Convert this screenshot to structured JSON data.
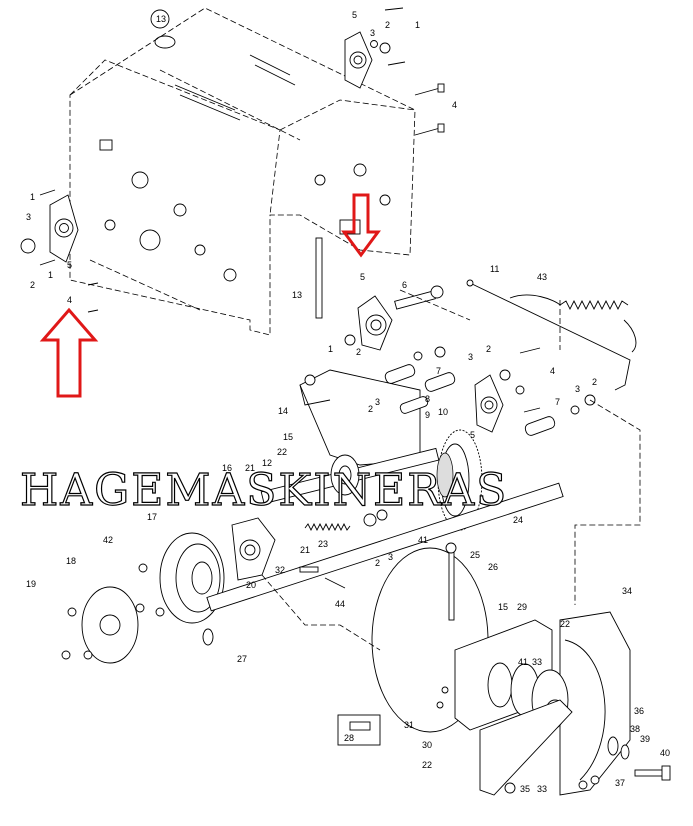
{
  "watermark": "HAGEMASKINERAS",
  "colors": {
    "line": "#000000",
    "arrow": "#e01818",
    "background": "#ffffff"
  },
  "labels": {
    "l13a": "13",
    "l5a": "5",
    "l1a": "1",
    "l2a": "2",
    "l3a": "3",
    "l4a": "4",
    "l1b": "1",
    "l3b": "3",
    "l2b": "2",
    "l5b": "5",
    "l4b": "4",
    "l1c": "1",
    "l5c": "5",
    "l6": "6",
    "l13b": "13",
    "l1d": "1",
    "l2c": "2",
    "l11": "11",
    "l43": "43",
    "l3c": "3",
    "l2d": "2",
    "l7a": "7",
    "l4c": "4",
    "l3d": "3",
    "l2e": "2",
    "l3e": "3",
    "l2f": "2",
    "l7b": "7",
    "l14": "14",
    "l8": "8",
    "l9": "9",
    "l10": "10",
    "l5d": "5",
    "l15a": "15",
    "l16": "16",
    "l21a": "21",
    "l12": "12",
    "l22a": "22",
    "l24": "24",
    "l17": "17",
    "l42": "42",
    "l23": "23",
    "l41a": "41",
    "l3f": "3",
    "l2g": "2",
    "l20": "20",
    "l21b": "21",
    "l18": "18",
    "l32": "32",
    "l19": "19",
    "l44": "44",
    "l27": "27",
    "l25": "25",
    "l26": "26",
    "l15b": "15",
    "l29": "29",
    "l22b": "22",
    "l34": "34",
    "l41b": "41",
    "l33a": "33",
    "l31": "31",
    "l28": "28",
    "l30": "30",
    "l22c": "22",
    "l35": "35",
    "l33b": "33",
    "l36": "36",
    "l38": "38",
    "l39": "39",
    "l40": "40",
    "l37": "37"
  }
}
